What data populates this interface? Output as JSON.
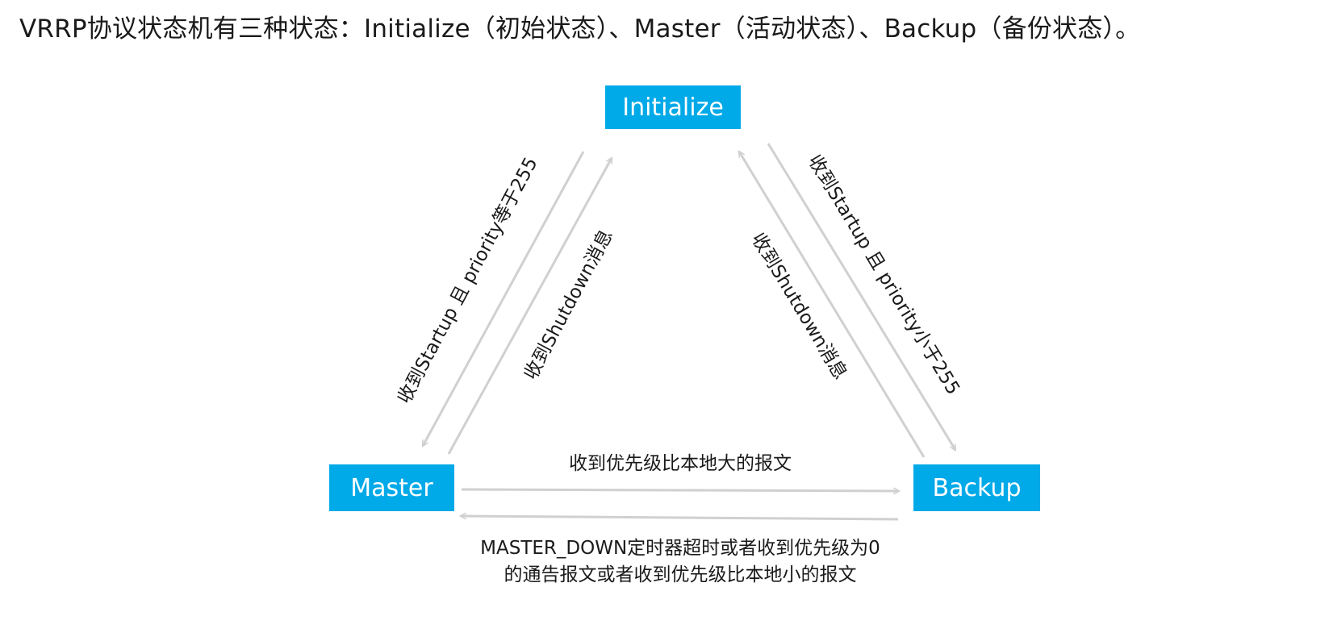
{
  "heading": "VRRP协议状态机有三种状态：Initialize（初始状态）、Master（活动状态）、Backup（备份状态）。",
  "states": {
    "initialize": "Initialize",
    "master": "Master",
    "backup": "Backup"
  },
  "transitions": {
    "init_to_master": "收到Startup 且 priority等于255",
    "master_to_init": "收到Shutdown消息",
    "backup_to_init": "收到Shutdown消息",
    "init_to_backup": "收到Startup 且 priority小于255",
    "backup_to_master": "收到优先级比本地大的报文",
    "master_to_backup_line1": "MASTER_DOWN定时器超时或者收到优先级为0",
    "master_to_backup_line2": "的通告报文或者收到优先级比本地小的报文"
  },
  "colors": {
    "state_fill": "#00a9e8",
    "state_text": "#ffffff",
    "arrow": "#d0d0d0"
  }
}
